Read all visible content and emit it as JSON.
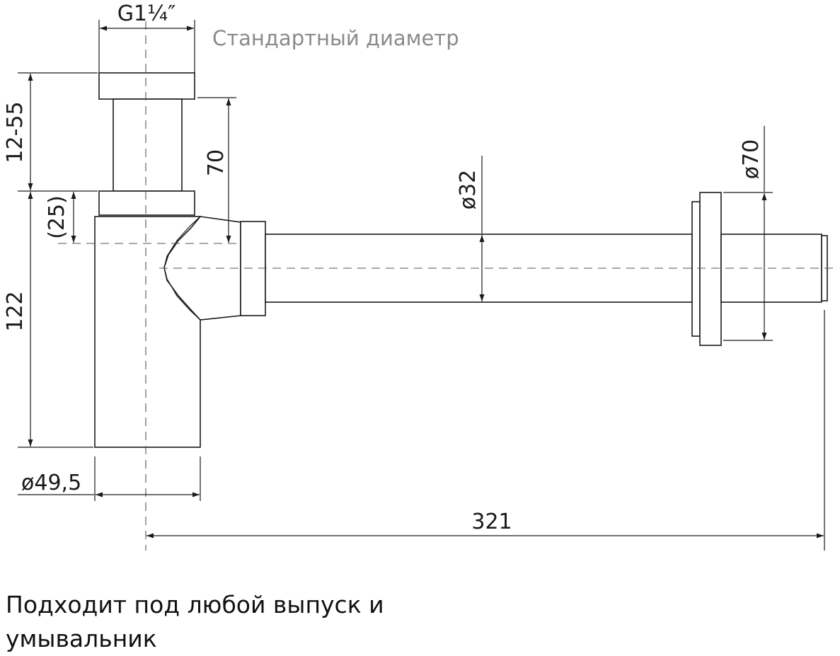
{
  "diagram": {
    "labels": {
      "thread": "G1¼″",
      "standard_diameter": "Стандартный диаметр",
      "adjust_height": "12-55",
      "stem_height": "70",
      "offset": "(25)",
      "body_height": "122",
      "body_diameter": "ø49,5",
      "pipe_diameter": "ø32",
      "flange_diameter": "ø70",
      "total_length": "321"
    }
  },
  "caption": {
    "line1": "Подходит под любой выпуск и",
    "line2": "умывальник"
  }
}
